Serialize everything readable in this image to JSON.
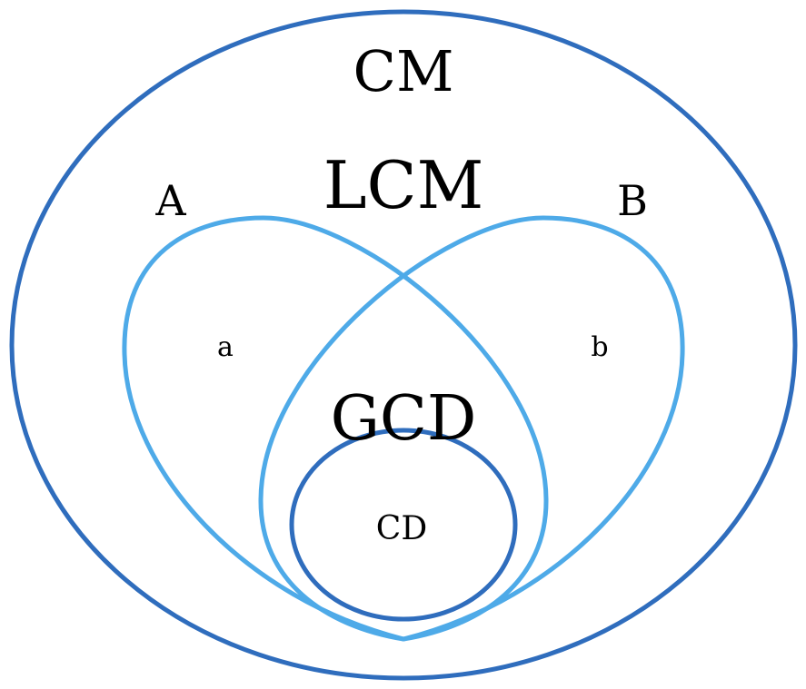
{
  "diagram": {
    "labels": {
      "cm": "CM",
      "lcm": "LCM",
      "set_a": "A",
      "set_b": "B",
      "elem_a": "a",
      "elem_b": "b",
      "gcd": "GCD",
      "cd": "CD"
    },
    "colors": {
      "outer": "#2f6dbd",
      "sets": "#4eaae8",
      "inner": "#2f6dbd"
    }
  }
}
